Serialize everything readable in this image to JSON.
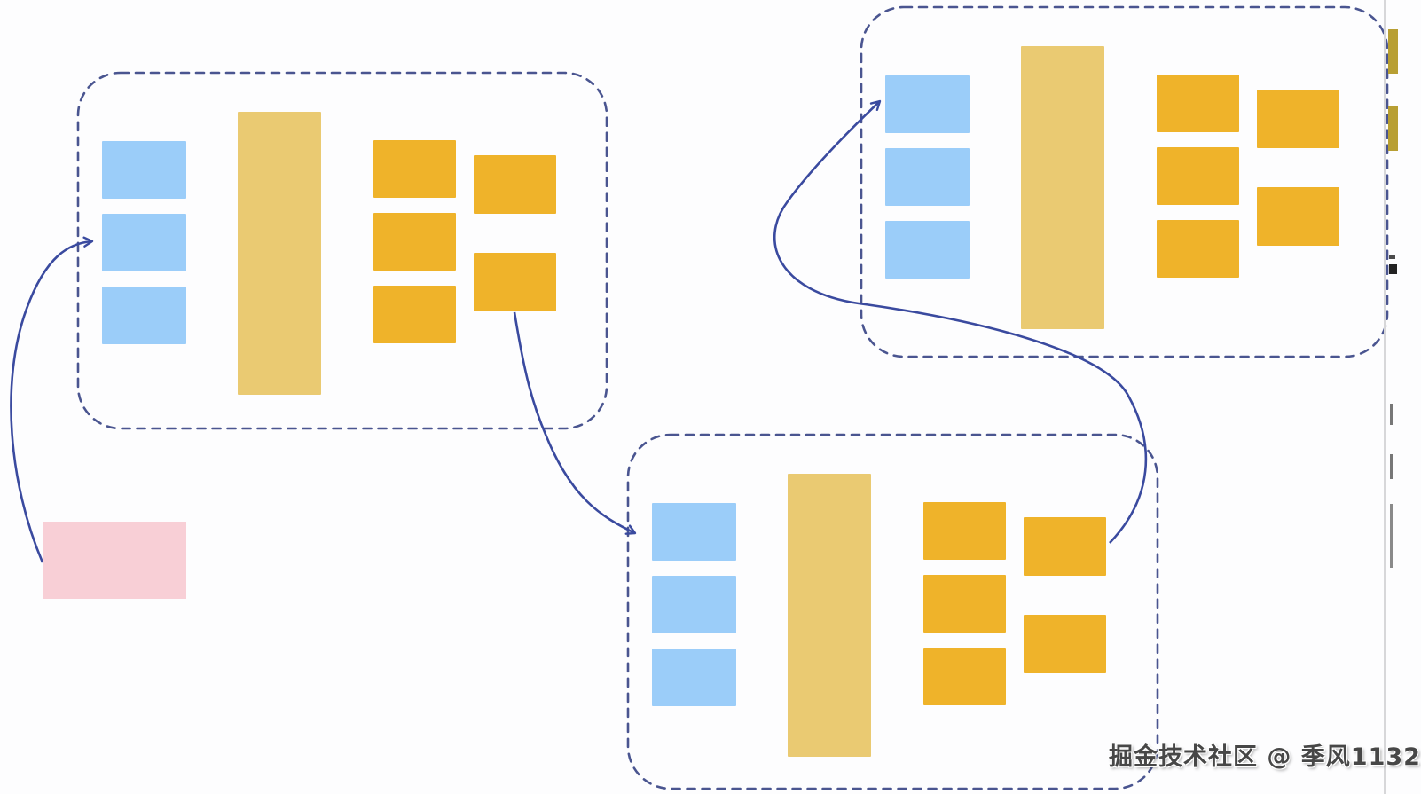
{
  "palette": {
    "blue": "#9bcdf9",
    "tan": "#eaca72",
    "orange": "#efb32a",
    "pink": "#f8cfd6",
    "line": "#3a4a9f",
    "dash_border": "#4a5590",
    "watermark": "#474747"
  },
  "watermark": {
    "text": "掘金技术社区 @ 季风1132"
  },
  "diagram": {
    "clusters": [
      {
        "id": "cluster-top-left",
        "blue_blocks": 3,
        "tan_columns": 1,
        "orange_col_a": 3,
        "orange_col_b": 2
      },
      {
        "id": "cluster-top-right",
        "blue_blocks": 3,
        "tan_columns": 1,
        "orange_col_a": 3,
        "orange_col_b": 2
      },
      {
        "id": "cluster-bottom",
        "blue_blocks": 3,
        "tan_columns": 1,
        "orange_col_a": 3,
        "orange_col_b": 2
      }
    ],
    "standalone_blocks": [
      {
        "id": "pink-block",
        "color": "pink"
      }
    ],
    "edges": [
      {
        "from": "pink-block",
        "to": "cluster-top-left-blue-block-2"
      },
      {
        "from": "cluster-top-left-orange",
        "to": "cluster-bottom-blue-block-1"
      },
      {
        "from": "cluster-bottom-orange",
        "to": "cluster-top-right-blue-block-1"
      }
    ]
  }
}
